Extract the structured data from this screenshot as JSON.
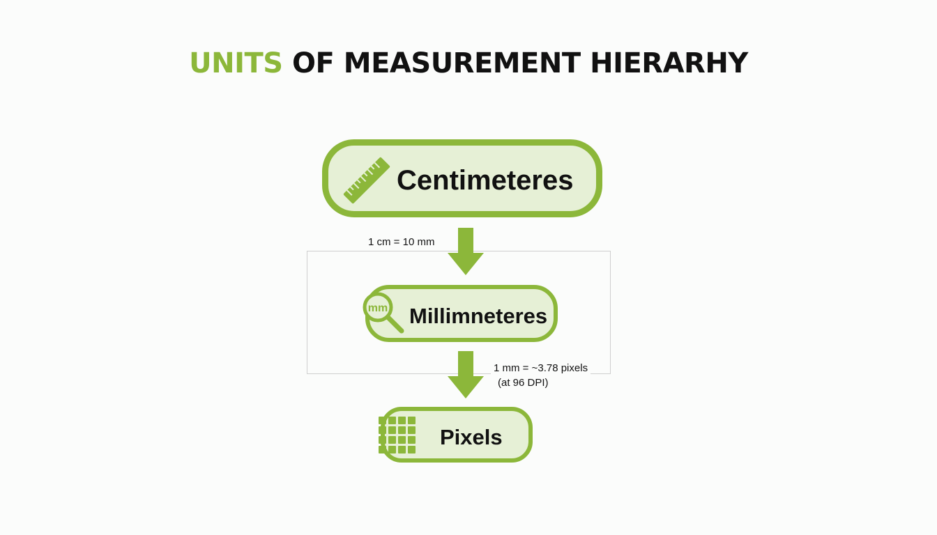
{
  "title": {
    "accent": "UNITS",
    "rest": "OF MEASUREMENT HIERARHY"
  },
  "nodes": [
    {
      "label": "Centimeteres",
      "icon": "ruler-icon"
    },
    {
      "label": "Millimneteres",
      "icon": "magnifier-icon",
      "icon_text": "mm"
    },
    {
      "label": "Pixels",
      "icon": "pixel-grid-icon"
    }
  ],
  "conversions": [
    {
      "text": "1 cm = 10 mm"
    },
    {
      "text": "1 mm = ~3.78 pixels",
      "note": "(at 96 DPI)"
    }
  ],
  "colors": {
    "accent": "#8cb73a",
    "node_fill": "#e6f0d6",
    "text": "#111111",
    "connector": "#cfcfcf",
    "background": "#fbfcfb"
  }
}
